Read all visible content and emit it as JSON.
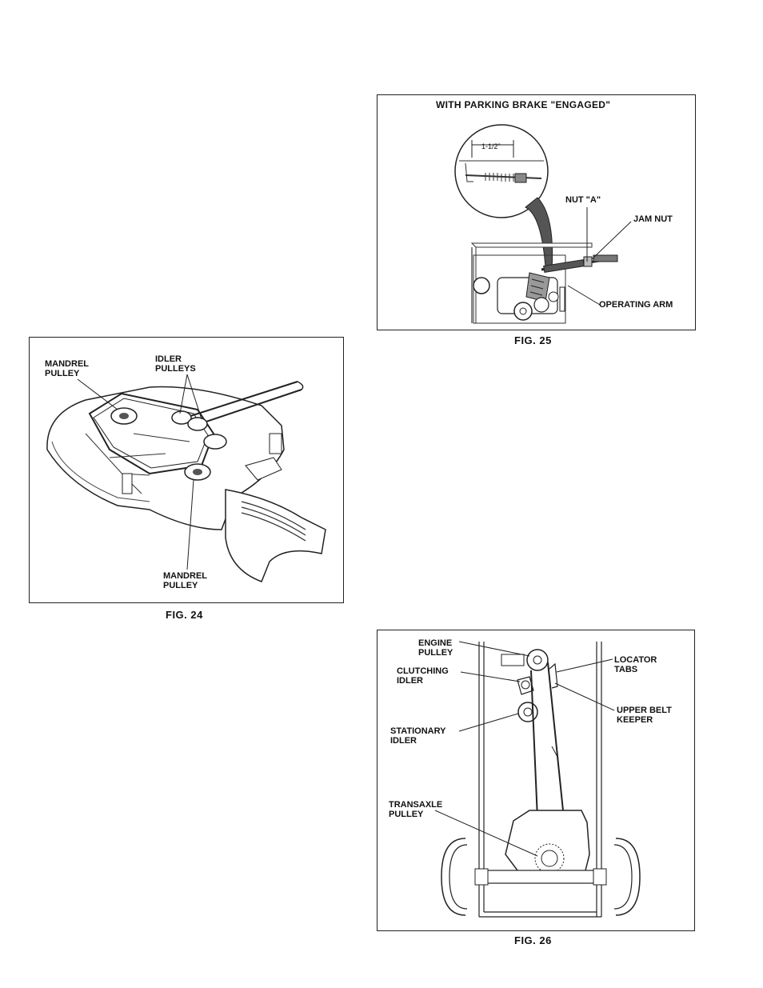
{
  "fig24": {
    "caption": "FIG. 24",
    "labels": {
      "mandrel_top_1": "MANDREL",
      "mandrel_top_2": "PULLEY",
      "idler_1": "IDLER",
      "idler_2": "PULLEYS",
      "mandrel_bottom_1": "MANDREL",
      "mandrel_bottom_2": "PULLEY"
    }
  },
  "fig25": {
    "caption": "FIG. 25",
    "title": "WITH PARKING BRAKE \"ENGAGED\"",
    "dimension": "1-1/2\"",
    "labels": {
      "nut_a": "NUT \"A\"",
      "jam_nut": "JAM NUT",
      "operating_arm": "OPERATING ARM"
    }
  },
  "fig26": {
    "caption": "FIG. 26",
    "labels": {
      "engine_1": "ENGINE",
      "engine_2": "PULLEY",
      "clutching_1": "CLUTCHING",
      "clutching_2": "IDLER",
      "stationary_1": "STATIONARY",
      "stationary_2": "IDLER",
      "transaxle_1": "TRANSAXLE",
      "transaxle_2": "PULLEY",
      "locator_1": "LOCATOR",
      "locator_2": "TABS",
      "keeper_1": "UPPER BELT",
      "keeper_2": "KEEPER"
    }
  }
}
